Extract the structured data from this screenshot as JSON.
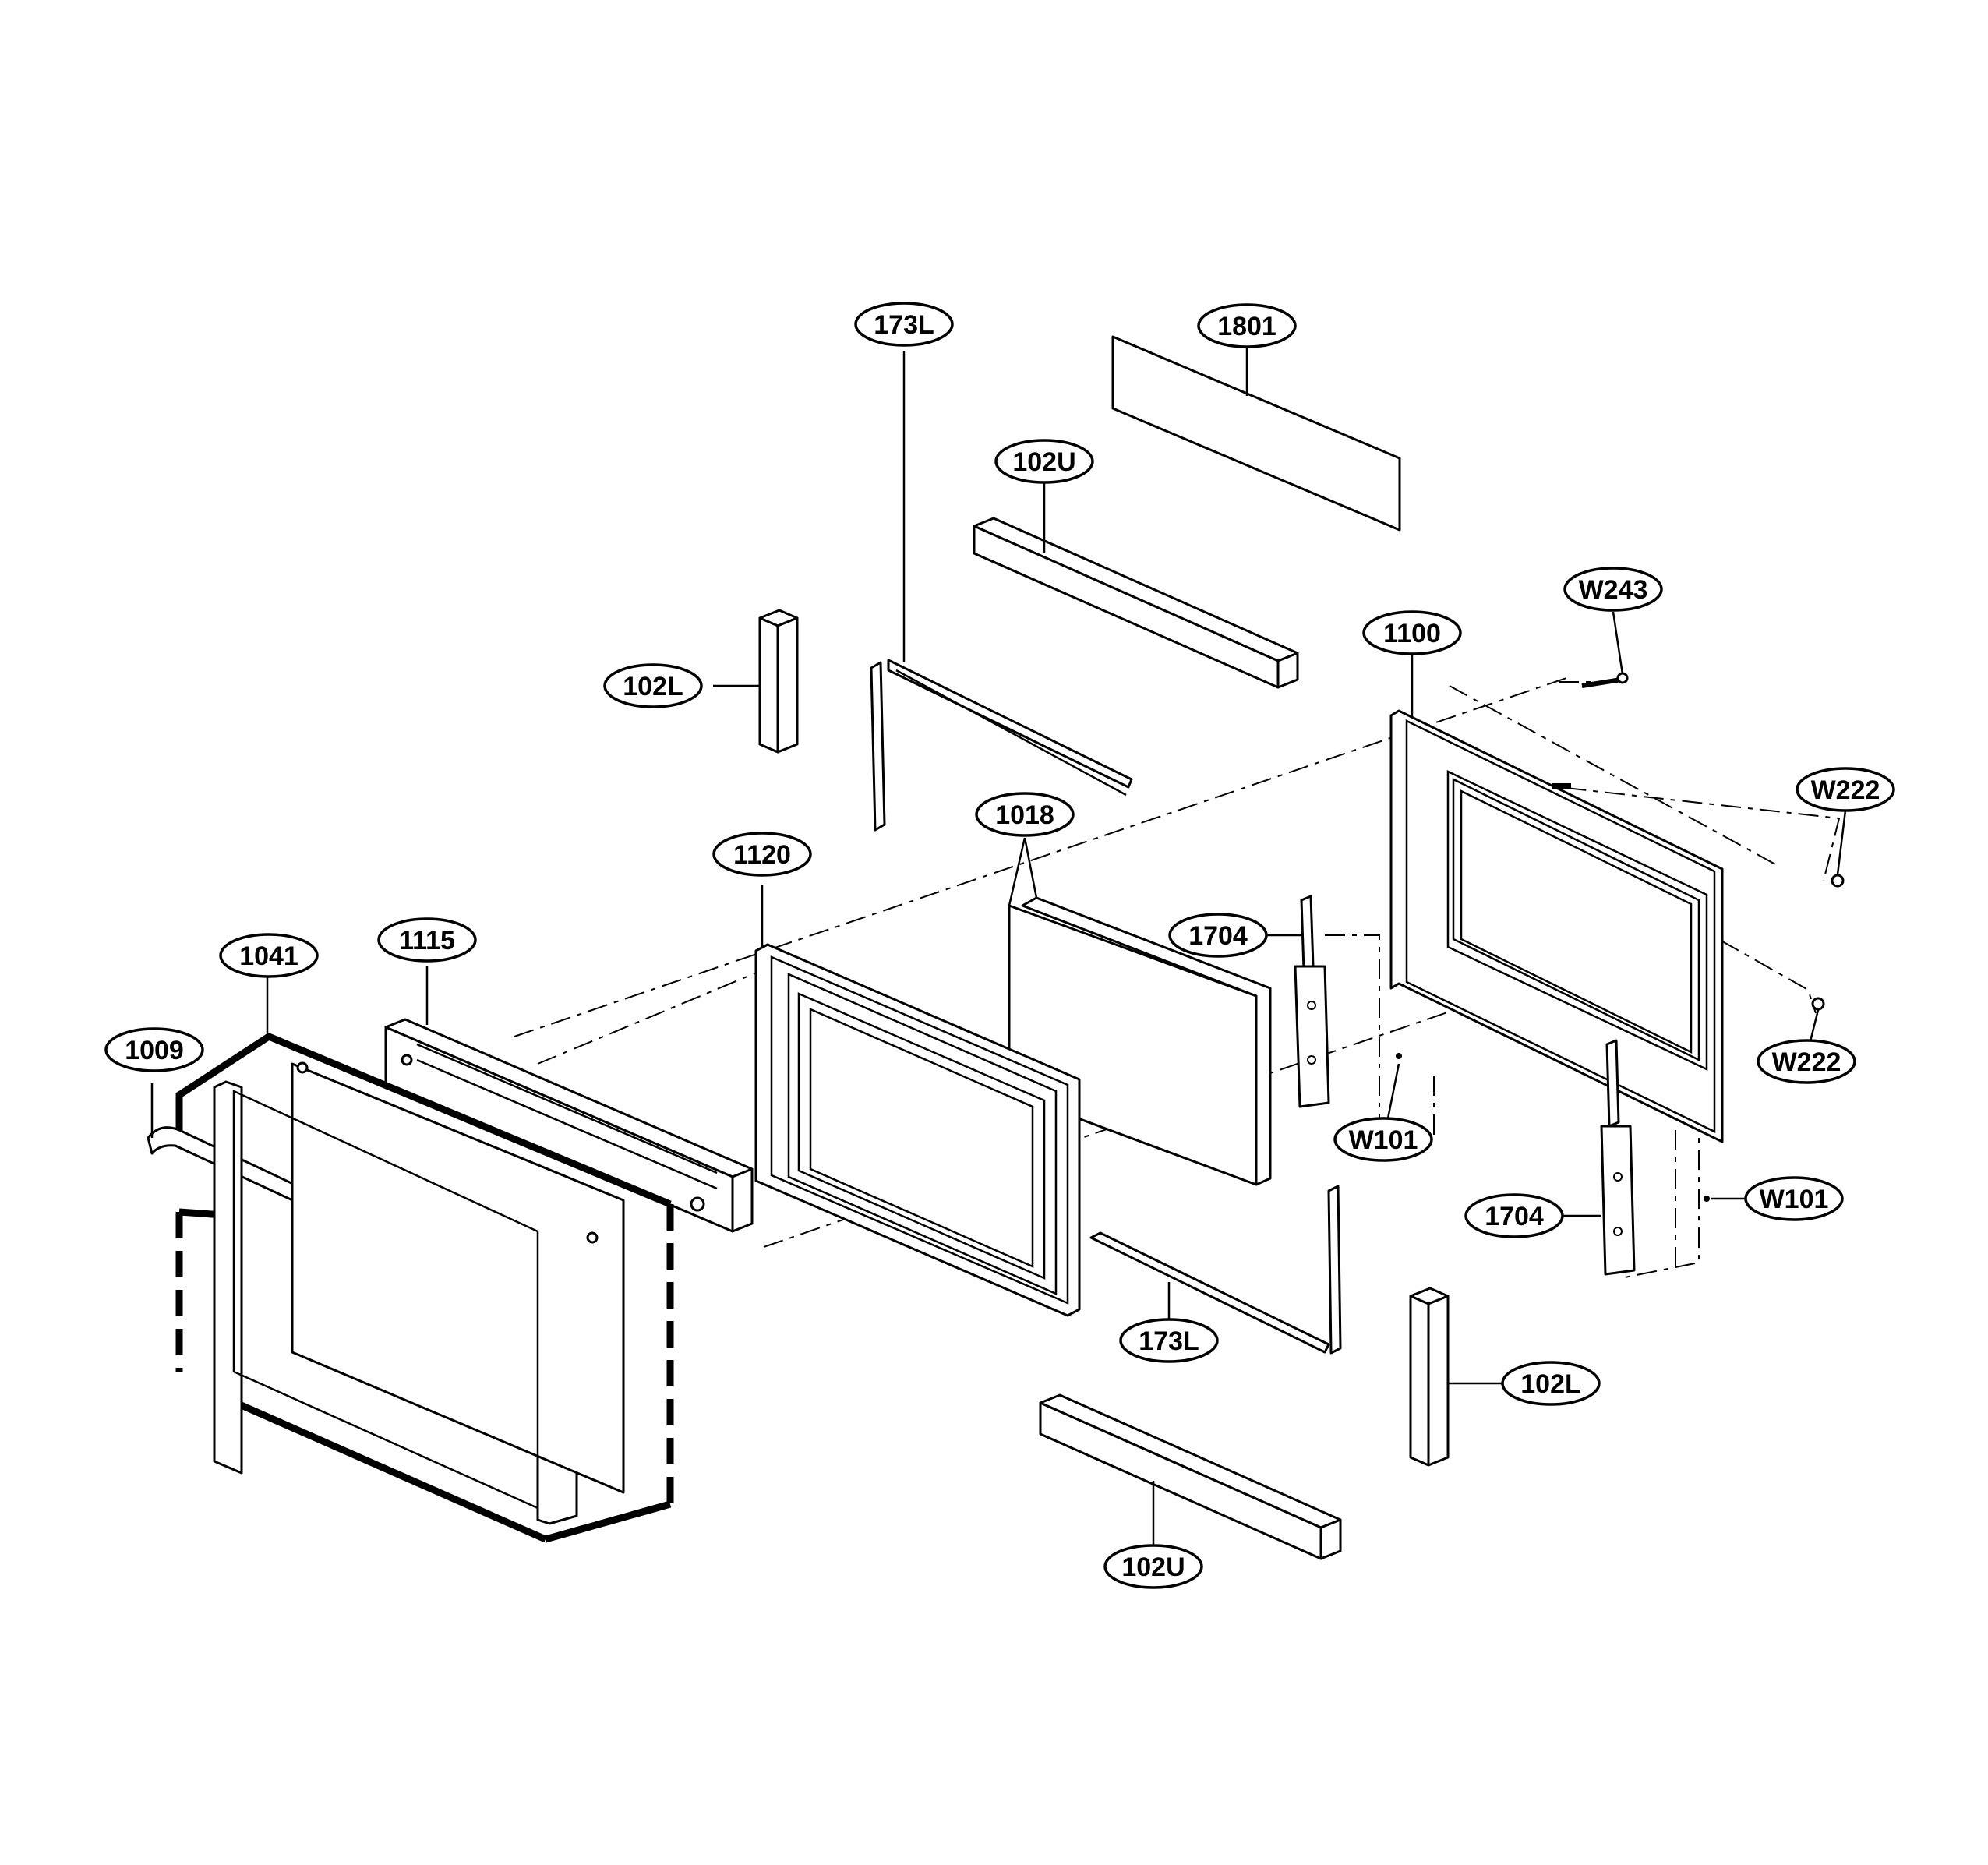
{
  "diagram": {
    "callouts": [
      {
        "id": "c1801",
        "label": "1801"
      },
      {
        "id": "c102U_top",
        "label": "102U"
      },
      {
        "id": "c173L_top",
        "label": "173L"
      },
      {
        "id": "c102L_top",
        "label": "102L"
      },
      {
        "id": "cW243",
        "label": "W243"
      },
      {
        "id": "c1100",
        "label": "1100"
      },
      {
        "id": "cW222_a",
        "label": "W222"
      },
      {
        "id": "c1018",
        "label": "1018"
      },
      {
        "id": "c1120",
        "label": "1120"
      },
      {
        "id": "c1704_a",
        "label": "1704"
      },
      {
        "id": "c1041",
        "label": "1041"
      },
      {
        "id": "c1115",
        "label": "1115"
      },
      {
        "id": "cW222_b",
        "label": "W222"
      },
      {
        "id": "c1009",
        "label": "1009"
      },
      {
        "id": "cW101_a",
        "label": "W101"
      },
      {
        "id": "cW101_b",
        "label": "W101"
      },
      {
        "id": "c1704_b",
        "label": "1704"
      },
      {
        "id": "c173L_bot",
        "label": "173L"
      },
      {
        "id": "c102L_bot",
        "label": "102L"
      },
      {
        "id": "c102U_bot",
        "label": "102U"
      }
    ]
  }
}
